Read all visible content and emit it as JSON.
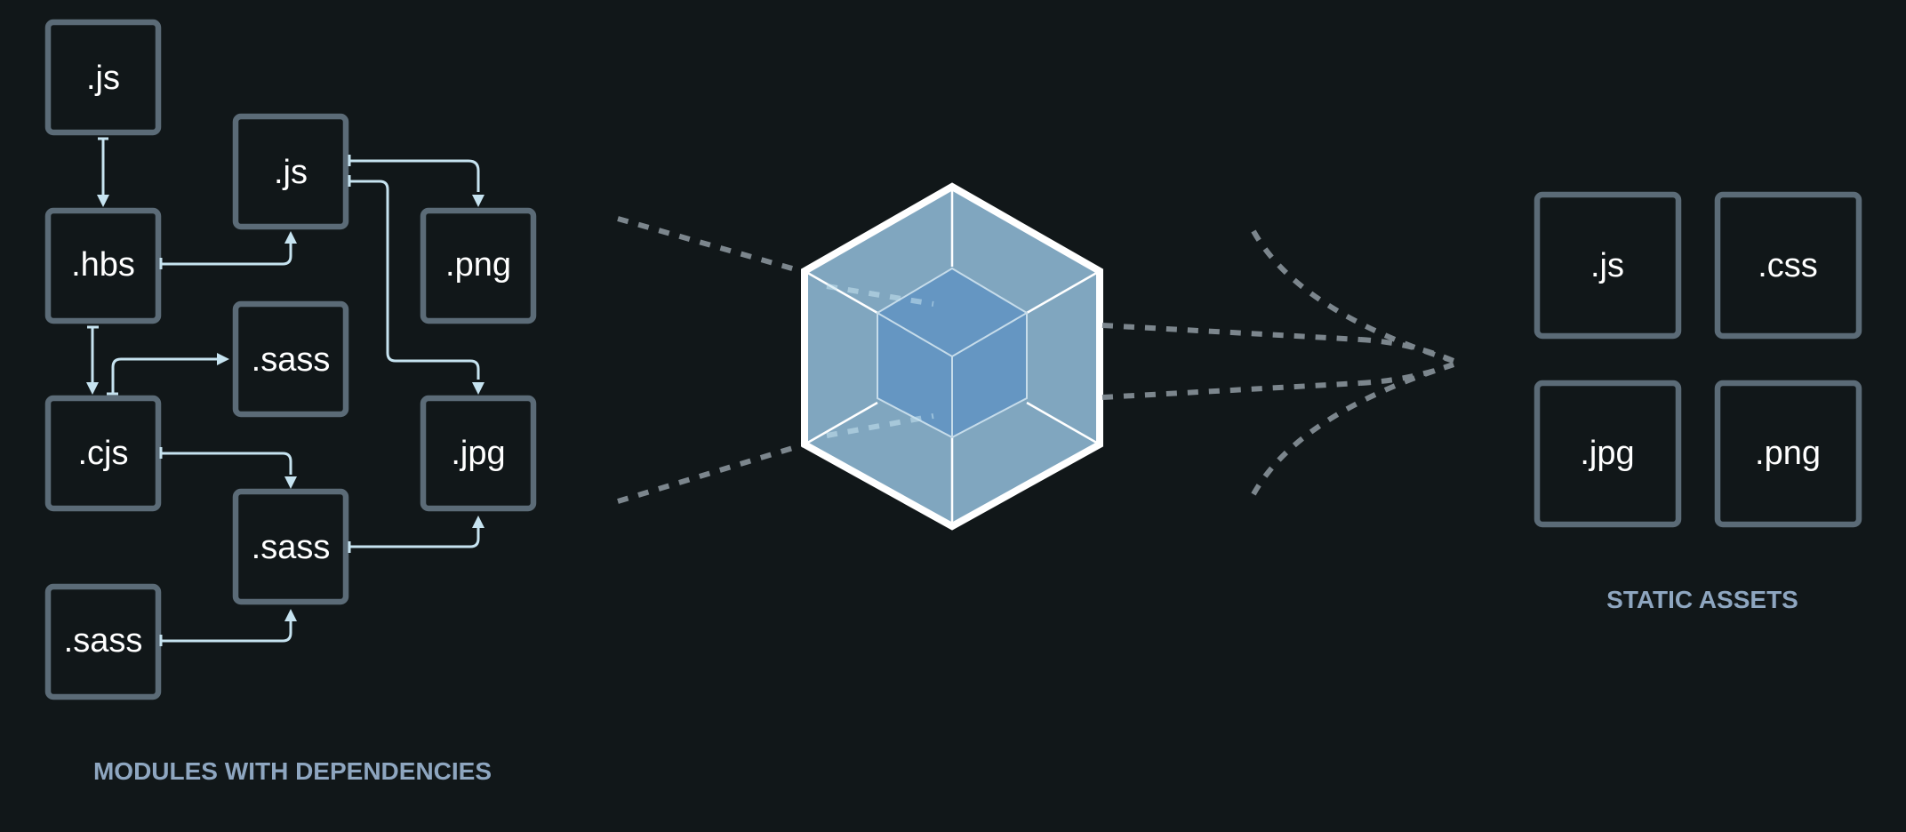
{
  "modules": {
    "title": "MODULES WITH DEPENDENCIES",
    "nodes": [
      {
        "id": "m-js-1",
        "label": ".js"
      },
      {
        "id": "m-hbs",
        "label": ".hbs"
      },
      {
        "id": "m-cjs",
        "label": ".cjs"
      },
      {
        "id": "m-sass-4",
        "label": ".sass"
      },
      {
        "id": "m-js-2",
        "label": ".js"
      },
      {
        "id": "m-sass-2",
        "label": ".sass"
      },
      {
        "id": "m-sass-3",
        "label": ".sass"
      },
      {
        "id": "m-png",
        "label": ".png"
      },
      {
        "id": "m-jpg",
        "label": ".jpg"
      }
    ]
  },
  "assets": {
    "title": "STATIC ASSETS",
    "nodes": [
      {
        "id": "a-js",
        "label": ".js"
      },
      {
        "id": "a-css",
        "label": ".css"
      },
      {
        "id": "a-jpg",
        "label": ".jpg"
      },
      {
        "id": "a-png",
        "label": ".png"
      }
    ]
  },
  "colors": {
    "background": "#111719",
    "box_border": "#5b6b77",
    "connector": "#c6e3f0",
    "cube_outer": "#80a6bf",
    "cube_inner": "#6596c2",
    "label_accent": "#8ea6c0"
  }
}
